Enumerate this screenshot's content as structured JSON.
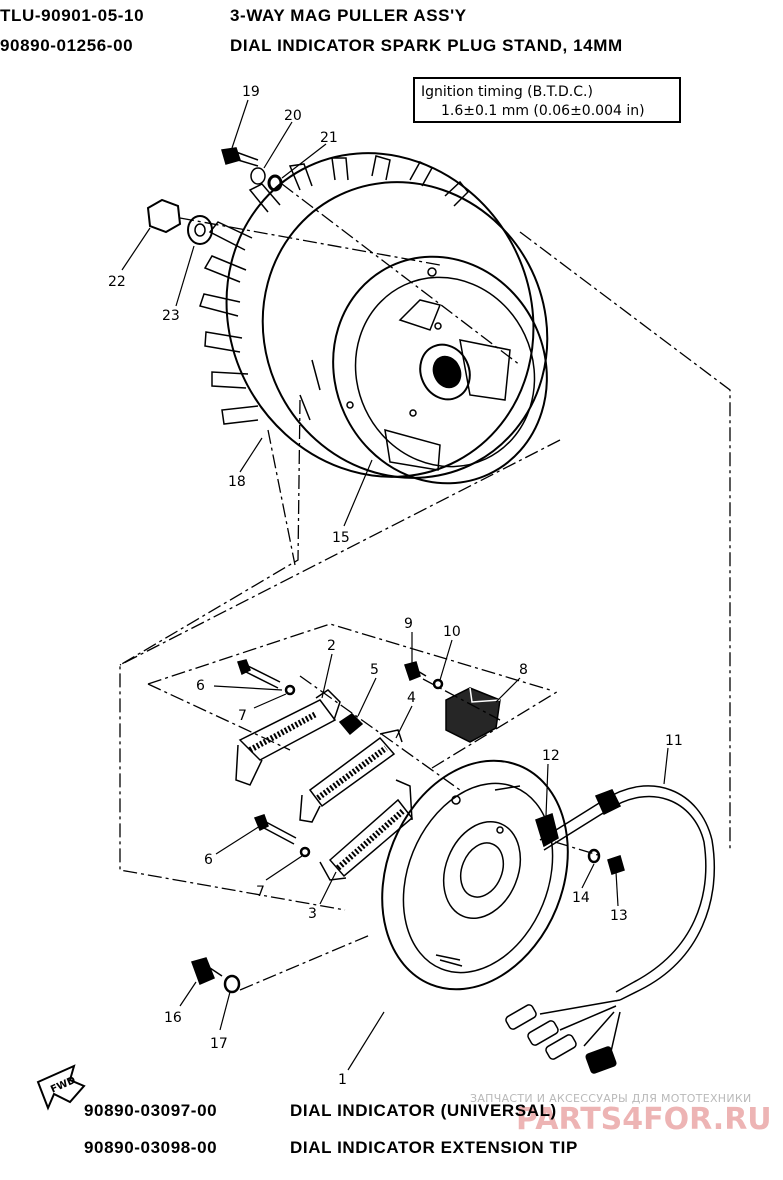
{
  "header": {
    "tool1_number": "TLU-90901-05-10",
    "tool1_name": "3-WAY MAG PULLER ASS'Y",
    "tool2_number": "90890-01256-00",
    "tool2_name": "DIAL INDICATOR SPARK PLUG STAND, 14MM"
  },
  "spec": {
    "label": "Ignition timing (B.T.D.C.)",
    "value": "1.6±0.1 mm (0.06±0.004 in)"
  },
  "footer": {
    "tool3_number": "90890-03097-00",
    "tool3_name": "DIAL INDICATOR (UNIVERSAL)",
    "tool4_number": "90890-03098-00",
    "tool4_name": "DIAL INDICATOR EXTENSION TIP"
  },
  "part_labels": {
    "p1": "1",
    "p2": "2",
    "p3": "3",
    "p4": "4",
    "p5": "5",
    "p6a": "6",
    "p6b": "6",
    "p7a": "7",
    "p7b": "7",
    "p8": "8",
    "p9": "9",
    "p10": "10",
    "p11": "11",
    "p12": "12",
    "p13": "13",
    "p14": "14",
    "p15": "15",
    "p16": "16",
    "p17": "17",
    "p18": "18",
    "p19": "19",
    "p20": "20",
    "p21": "21",
    "p22": "22",
    "p23": "23"
  },
  "fwd_label": "FWD",
  "watermark": {
    "caption": "ЗАПЧАСТИ И АКСЕССУАРЫ ДЛЯ МОТОТЕХНИКИ",
    "site": "PARTS4FOR.RU"
  }
}
